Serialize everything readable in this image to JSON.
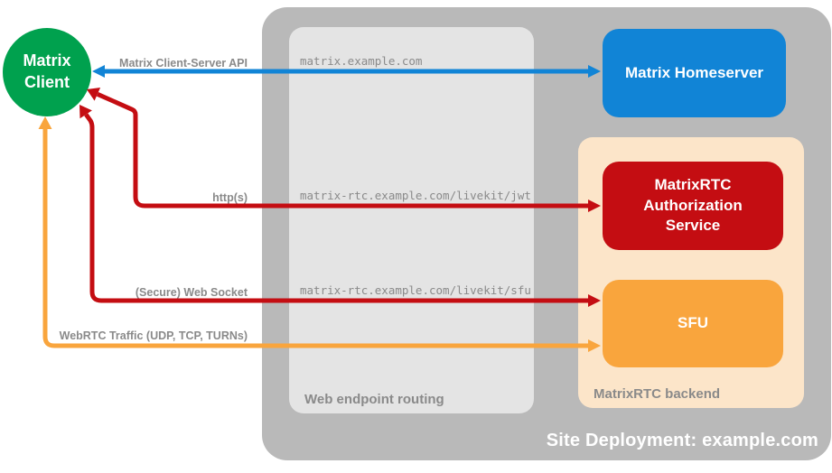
{
  "colors": {
    "green": "#00a14e",
    "blue": "#1184d6",
    "red": "#c40d12",
    "orange": "#f9a53d",
    "peach": "#fce5c9",
    "container_gray": "#b9b9b9",
    "routing_gray": "#e4e4e4",
    "text_gray": "#8a8a8a",
    "white": "#ffffff"
  },
  "containers": {
    "site": {
      "label": "Site Deployment: example.com"
    },
    "routing": {
      "label": "Web endpoint routing"
    },
    "backend": {
      "label": "MatrixRTC backend"
    }
  },
  "nodes": {
    "client": {
      "label": "Matrix Client"
    },
    "homeserver": {
      "label": "Matrix Homeserver"
    },
    "auth_service": {
      "label": "MatrixRTC Authorization Service"
    },
    "sfu": {
      "label": "SFU"
    }
  },
  "endpoints": [
    "matrix.example.com",
    "matrix-rtc.example.com/livekit/jwt",
    "matrix-rtc.example.com/livekit/sfu"
  ],
  "connections": [
    {
      "label": "Matrix Client-Server API",
      "color": "#1184d6",
      "from": "Matrix Client",
      "to": "Matrix Homeserver",
      "bidirectional": true
    },
    {
      "label": "http(s)",
      "color": "#c40d12",
      "from": "Matrix Client",
      "to": "MatrixRTC Authorization Service",
      "bidirectional": true
    },
    {
      "label": "(Secure) Web Socket",
      "color": "#c40d12",
      "from": "Matrix Client",
      "to": "SFU",
      "bidirectional": true
    },
    {
      "label": "WebRTC Traffic (UDP, TCP, TURNs)",
      "color": "#f9a53d",
      "from": "Matrix Client",
      "to": "SFU",
      "bidirectional": true
    }
  ]
}
